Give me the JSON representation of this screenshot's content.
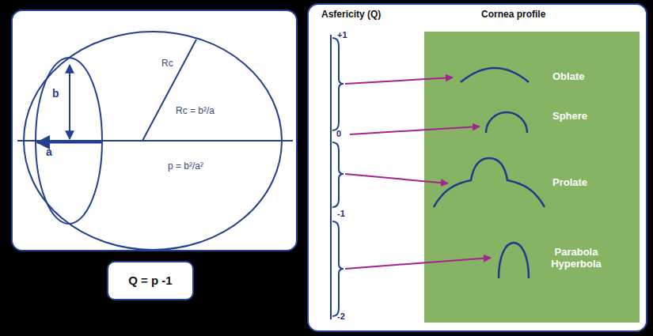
{
  "diagram": {
    "nodes": [
      {
        "text": [
          "b",
          "a",
          "Rc",
          "Rc = b²/a",
          "p = b²/a²"
        ]
      },
      {
        "text": [
          "Q = p -1"
        ]
      },
      {
        "text": [
          "Asfericity (Q)",
          "Cornea profile"
        ]
      },
      {
        "text": [
          "Oblate",
          "Sphere",
          "Prolate",
          "Parabola Hyperbola"
        ],
        "in": 2
      }
    ],
    "labels": [
      "+1",
      "0",
      "-1",
      "-2"
    ]
  }
}
